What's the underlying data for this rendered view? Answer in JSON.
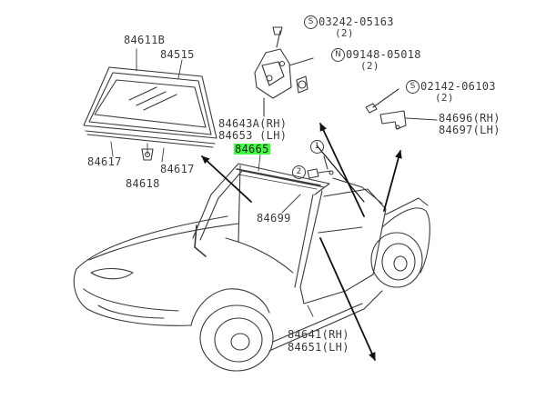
{
  "callouts": [
    {
      "id": "84611b",
      "text": "84611B"
    },
    {
      "id": "84515",
      "text": "84515"
    },
    {
      "id": "84617a",
      "text": "84617"
    },
    {
      "id": "84617b",
      "text": "84617"
    },
    {
      "id": "84618",
      "text": "84618"
    },
    {
      "id": "84643a",
      "text": "84643A(RH)"
    },
    {
      "id": "84653",
      "text": "84653 (LH)"
    },
    {
      "id": "84665",
      "text": "84665"
    },
    {
      "id": "84699",
      "text": "84699"
    },
    {
      "id": "84696",
      "text": "84696(RH)"
    },
    {
      "id": "84697",
      "text": "84697(LH)"
    },
    {
      "id": "84641",
      "text": "84641(RH)"
    },
    {
      "id": "84651",
      "text": "84651(LH)"
    }
  ],
  "fasteners": [
    {
      "id": "s03242",
      "symbol": "S",
      "part": "03242-05163",
      "qty": "(2)"
    },
    {
      "id": "n09148",
      "symbol": "N",
      "part": "09148-05018",
      "qty": "(2)"
    },
    {
      "id": "s02142",
      "symbol": "S",
      "part": "02142-06103",
      "qty": "(2)"
    }
  ],
  "ref_markers": [
    {
      "id": "ref1",
      "text": "1"
    },
    {
      "id": "ref2",
      "text": "2"
    }
  ],
  "colors": {
    "line": "#3a3a3a",
    "highlight": "#3dff3d",
    "background": "#ffffff"
  }
}
